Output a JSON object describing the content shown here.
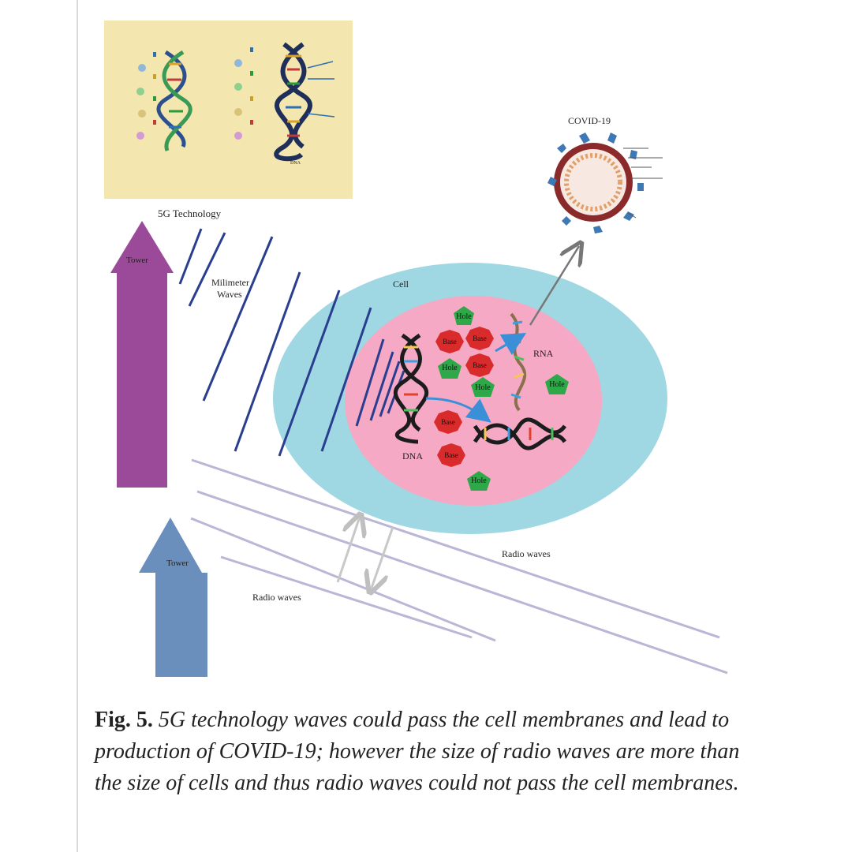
{
  "figure": {
    "labels": {
      "tech": "5G Technology",
      "tower_top": "Tower",
      "tower_bottom": "Tower",
      "mm_waves_line1": "Milimeter",
      "mm_waves_line2": "Waves",
      "cell": "Cell",
      "rna": "RNA",
      "dna": "DNA",
      "covid": "COVID-19",
      "radio_waves_right": "Radio waves",
      "radio_waves_left": "Radio waves"
    },
    "molecules": {
      "hole": "Hole",
      "base": "Base"
    },
    "inset_labels": {
      "dna": "DNA"
    },
    "caption": {
      "lead": "Fig. 5.",
      "body": " 5G technology waves could pass the cell membranes and lead to production of COVID-19; however the size of radio waves are more than the size of cells and thus radio waves could not pass the cell membranes."
    }
  },
  "colors": {
    "tower_top": "#9b4a9a",
    "tower_bottom": "#6b8fbd",
    "cell_outer": "#9fd7e3",
    "cell_inner": "#f6a9c4",
    "mm_wave": "#2a3e8f",
    "radio_wave": "#b9b6d6",
    "hole": "#2fa84a",
    "base": "#d92b2b",
    "inset_bg": "#f3e6ae"
  }
}
